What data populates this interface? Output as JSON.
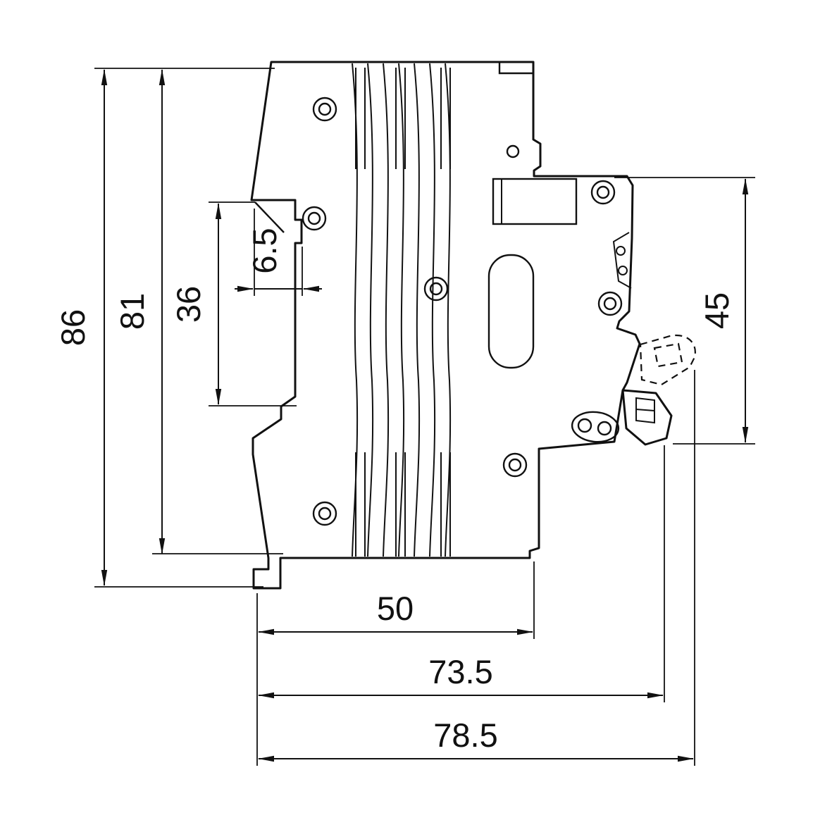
{
  "diagram": {
    "kind": "technical-dimension-drawing",
    "colors": {
      "line": "#111111",
      "background": "#ffffff"
    },
    "dimensions": {
      "overall_height": "86",
      "body_height": "81",
      "rail_recess_height": "36",
      "clip_step_width": "6.5",
      "terminal_side_height": "45",
      "body_depth": "50",
      "depth_to_latch": "73.5",
      "overall_depth": "78.5"
    }
  }
}
